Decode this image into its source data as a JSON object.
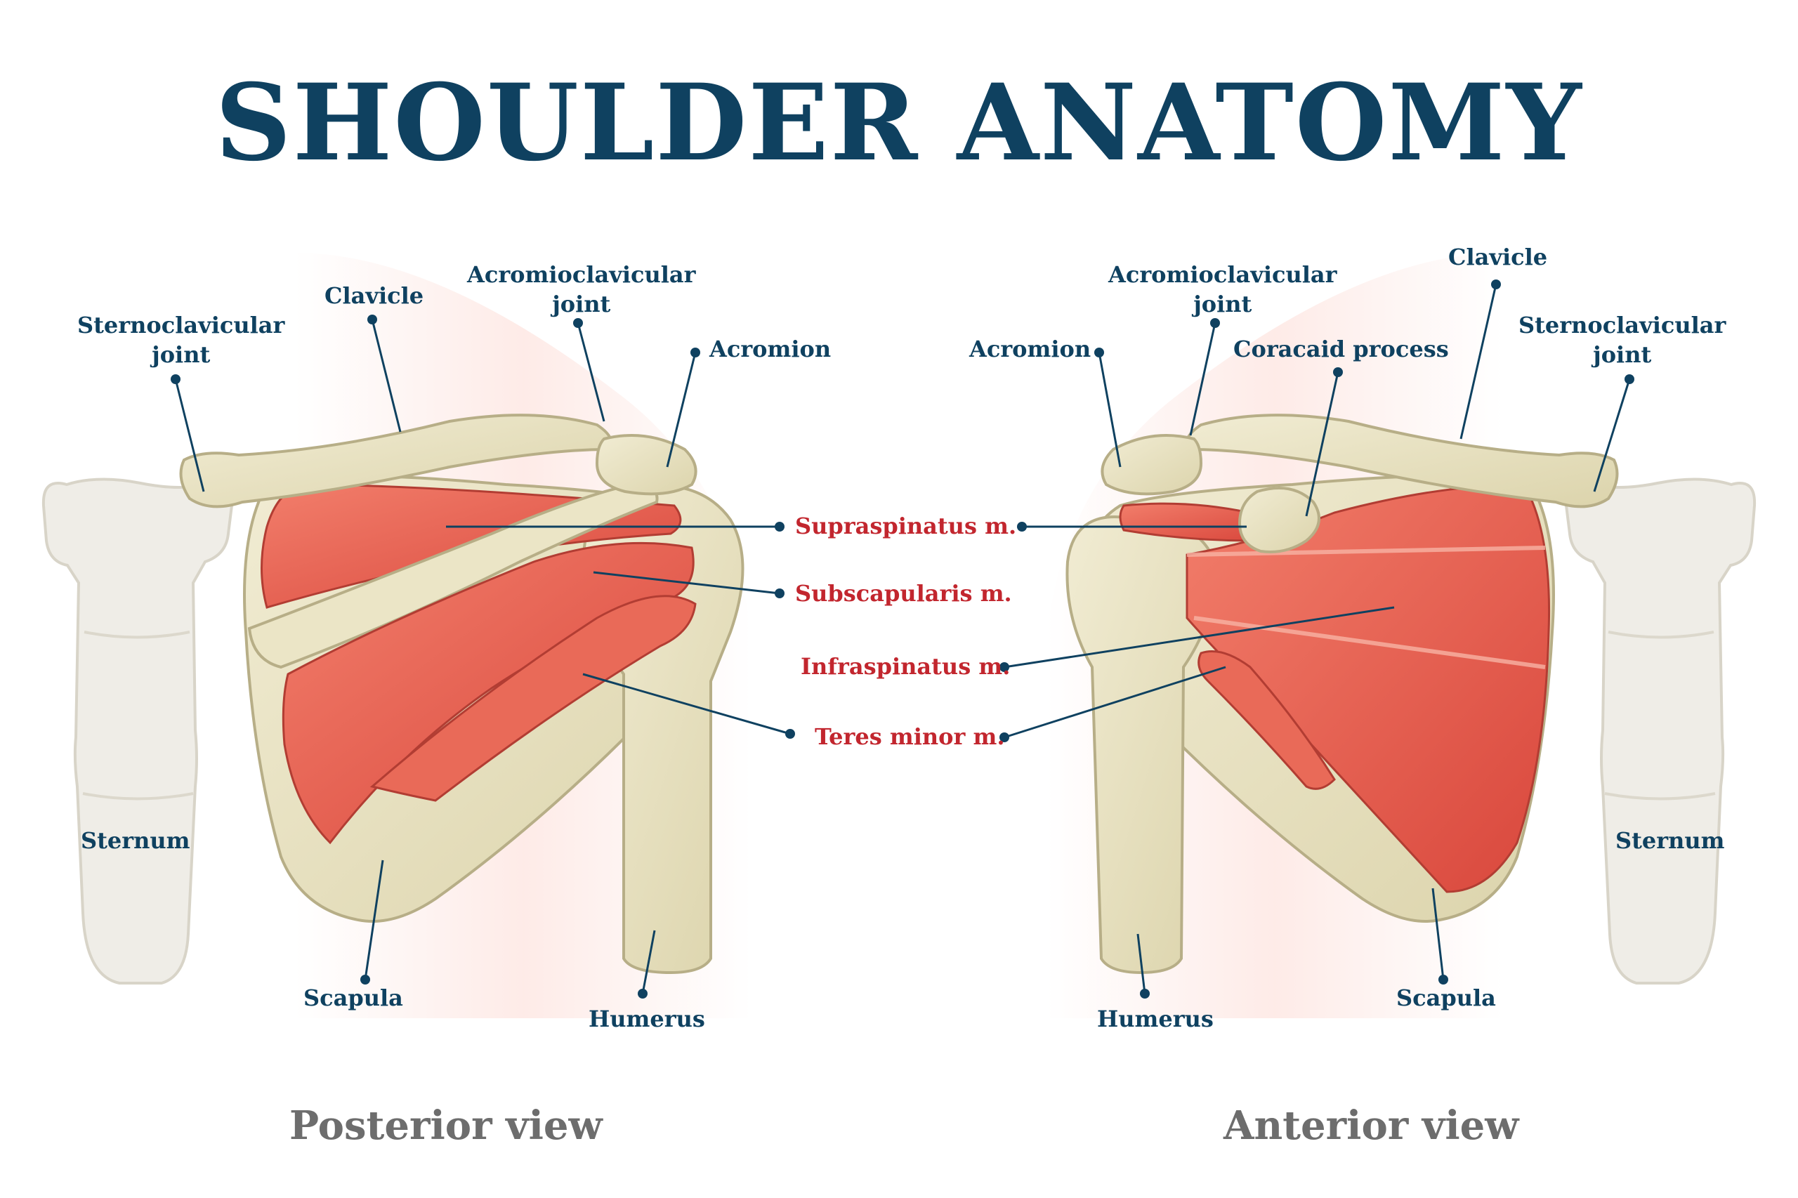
{
  "title": "SHOULDER ANATOMY",
  "posterior": {
    "view_label": "Posterior view",
    "labels": {
      "sternoclavicular": "Sternoclavicular\njoint",
      "clavicle": "Clavicle",
      "acromioclavicular": "Acromioclavicular\njoint",
      "acromion": "Acromion",
      "sternum": "Sternum",
      "scapula": "Scapula",
      "humerus": "Humerus"
    }
  },
  "muscles": {
    "supraspinatus": "Supraspinatus m.",
    "subscapularis": "Subscapularis m.",
    "infraspinatus": "Infraspinatus m.",
    "teres_minor": "Teres minor m."
  },
  "anterior": {
    "view_label": "Anterior view",
    "labels": {
      "acromioclavicular": "Acromioclavicular\njoint",
      "clavicle": "Clavicle",
      "sternoclavicular": "Sternoclavicular\njoint",
      "acromion": "Acromion",
      "coracoid": "Coracaid process",
      "sternum": "Sternum",
      "scapula": "Scapula",
      "humerus": "Humerus"
    }
  },
  "colors": {
    "title": "#0f4160",
    "label": "#0f4160",
    "muscle_label": "#c2262e",
    "bone": "#e8e2c2",
    "bone_outline": "#b7ae87",
    "muscle": "#e2584b",
    "muscle_light": "#f08a73",
    "sternum": "#efede7",
    "skin": "#fde3de",
    "view_label": "#6d6d6d"
  }
}
